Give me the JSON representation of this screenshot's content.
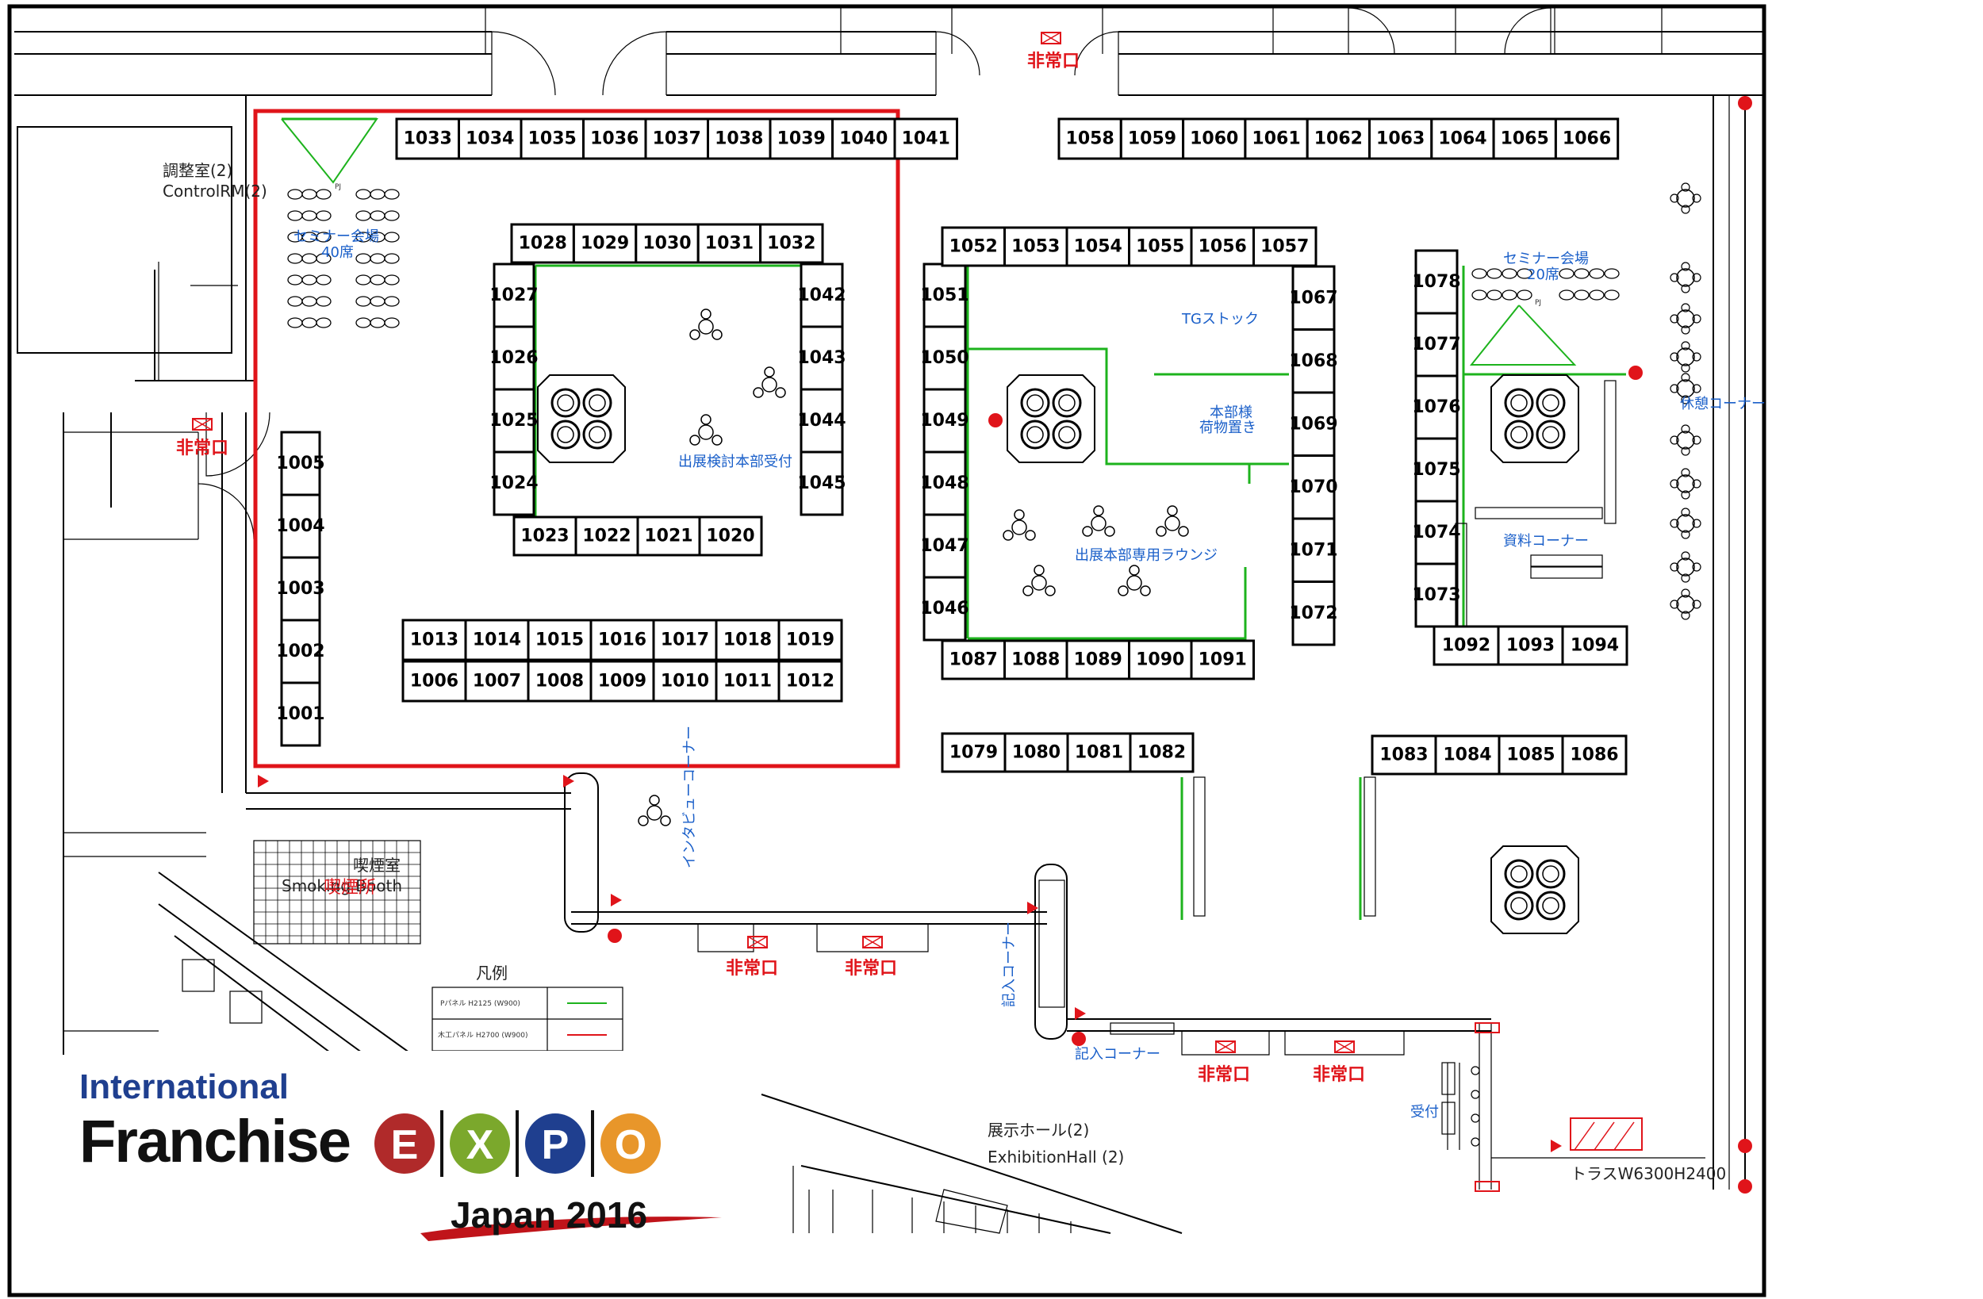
{
  "booths": [
    "1001",
    "1002",
    "1003",
    "1004",
    "1005",
    "1006",
    "1007",
    "1008",
    "1009",
    "1010",
    "1011",
    "1012",
    "1013",
    "1014",
    "1015",
    "1016",
    "1017",
    "1018",
    "1019",
    "1020",
    "1021",
    "1022",
    "1023",
    "1024",
    "1025",
    "1026",
    "1027",
    "1028",
    "1029",
    "1030",
    "1031",
    "1032",
    "1033",
    "1034",
    "1035",
    "1036",
    "1037",
    "1038",
    "1039",
    "1040",
    "1041",
    "1042",
    "1043",
    "1044",
    "1045",
    "1046",
    "1047",
    "1048",
    "1049",
    "1050",
    "1051",
    "1052",
    "1053",
    "1054",
    "1055",
    "1056",
    "1057",
    "1058",
    "1059",
    "1060",
    "1061",
    "1062",
    "1063",
    "1064",
    "1065",
    "1066",
    "1067",
    "1068",
    "1069",
    "1070",
    "1071",
    "1072",
    "1073",
    "1074",
    "1075",
    "1076",
    "1077",
    "1078",
    "1079",
    "1080",
    "1081",
    "1082",
    "1083",
    "1084",
    "1085",
    "1086",
    "1087",
    "1088",
    "1089",
    "1090",
    "1091",
    "1092",
    "1093",
    "1094"
  ],
  "labels": {
    "control_room_jp": "調整室(2)",
    "control_room_en": "ControlRM(2)",
    "seminar_left_jp": "セミナー会場",
    "seminar_left_seats": "40席",
    "seminar_right_jp": "セミナー会場",
    "seminar_right_seats": "20席",
    "pj": "PJ",
    "exit": "非常口",
    "hq_reception": "出展検討本部受付",
    "tg_stock": "TGストック",
    "hq_storage_1": "本部様",
    "hq_storage_2": "荷物置き",
    "exhibitor_lounge": "出展本部専用ラウンジ",
    "docs_corner": "資料コーナー",
    "rest_corner": "休憩コーナー",
    "interview_corner": "インタビューコーナー",
    "entry_corner_v": "記入コーナー",
    "entry_corner_h": "記入コーナー",
    "smoking_room_jp": "喫煙室",
    "smoking_booth_en": "Smoking Booth",
    "smoking_area_jp": "喫煙所",
    "reception": "受付",
    "hall_jp": "展示ホール(2)",
    "hall_en": "ExhibitionHall (2)",
    "truss": "トラスW6300H2400",
    "legend_title": "凡例",
    "legend_row1": "Pパネル H2125 (W900)",
    "legend_row2": "木工パネル H2700 (W900)"
  },
  "logo": {
    "line1": "International",
    "line2": "Franchise",
    "letters": [
      "E",
      "X",
      "P",
      "O"
    ],
    "line3": "Japan 2016"
  },
  "colors": {
    "highlight_frame": "#e0141a",
    "panel_line": "#1db31d",
    "label_blue": "#1a5fc9",
    "logo_blue": "#1f3f8f",
    "logo_e": "#b02a2a",
    "logo_x": "#7ba82c",
    "logo_p": "#1f3f8f",
    "logo_o": "#e8962a"
  }
}
